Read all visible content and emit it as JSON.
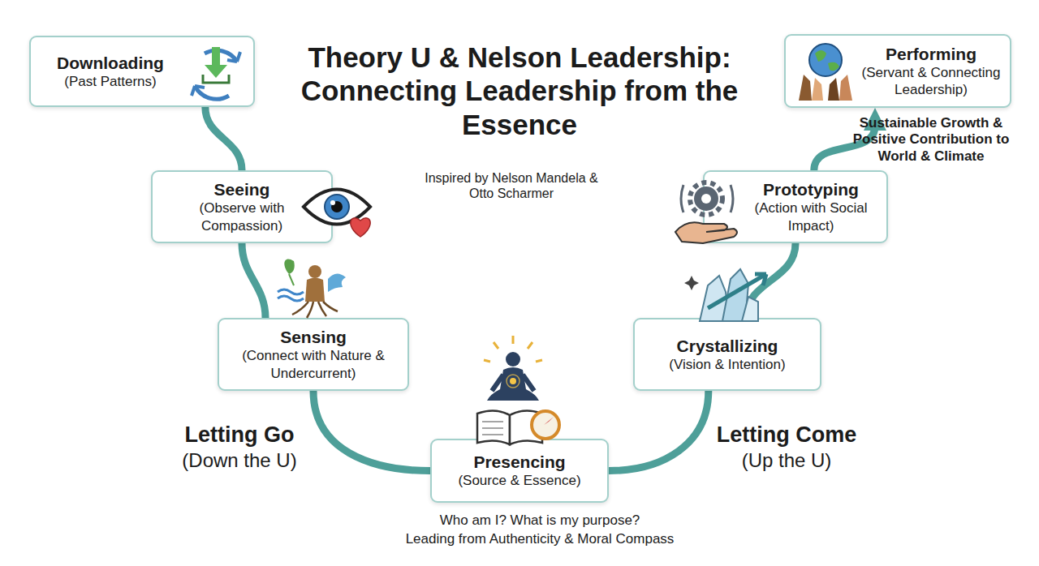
{
  "diagram": {
    "title": "Theory U & Nelson Leadership: Connecting Leadership from the Essence",
    "nodes": [
      {
        "text": [
          "Downloading",
          "(Past Patterns)"
        ]
      },
      {
        "text": [
          "Seeing",
          "(Observe with Compassion)"
        ]
      },
      {
        "text": [
          "Sensing",
          "(Connect with Nature & Undercurrent)"
        ]
      },
      {
        "text": [
          "Presencing",
          "(Source & Essence)"
        ]
      },
      {
        "text": [
          "Crystallizing",
          "(Vision & Intention)"
        ]
      },
      {
        "text": [
          "Prototyping",
          "(Action with Social Impact)"
        ]
      },
      {
        "text": [
          "Performing",
          "(Servant & Connecting Leadership)"
        ]
      }
    ],
    "edges": [
      {
        "from": 0,
        "to": 1,
        "arrow": "none"
      },
      {
        "from": 1,
        "to": 2,
        "arrow": "none"
      },
      {
        "from": 2,
        "to": 3,
        "arrow": "none"
      },
      {
        "from": 3,
        "to": 4,
        "arrow": "none"
      },
      {
        "from": 4,
        "to": 5,
        "arrow": "none"
      },
      {
        "from": 5,
        "to": 6,
        "arrow": "to"
      }
    ],
    "labels": [
      "Inspired by Nelson Mandela & Otto Scharmer",
      "Letting Go",
      "(Down the U)",
      "Letting Come",
      "(Up the U)",
      "Who am I? What is my purpose?",
      "Leading from Authenticity & Moral Compass",
      "Sustainable Growth & Positive Contribution to World & Climate"
    ]
  }
}
